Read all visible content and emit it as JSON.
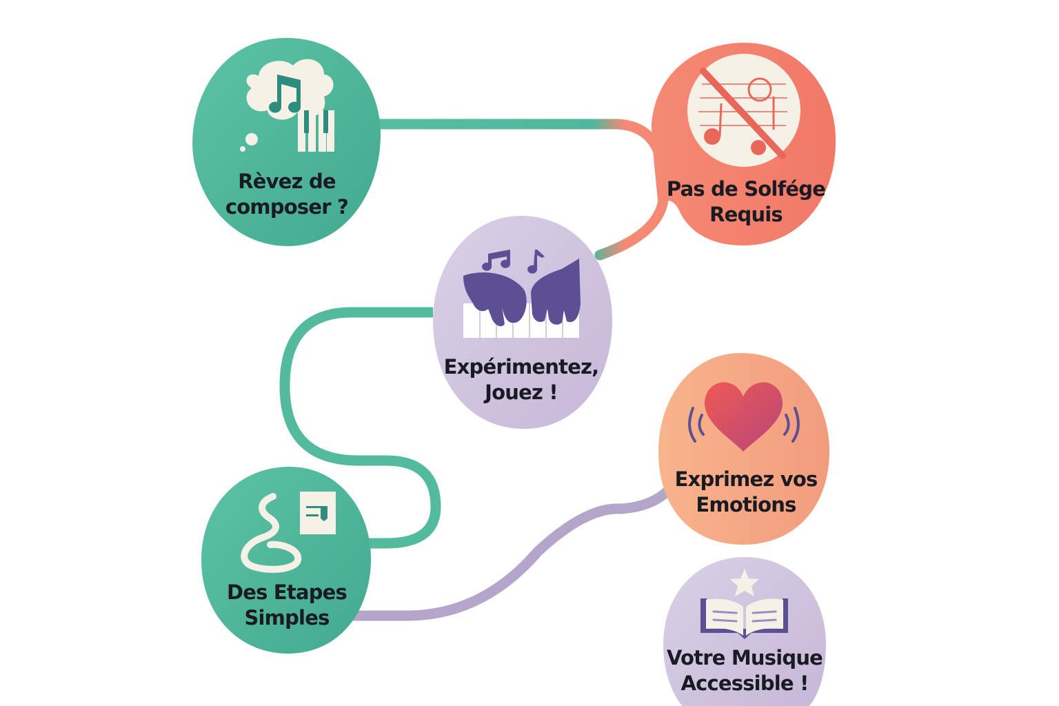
{
  "diagram": {
    "title": "",
    "colors": {
      "teal": "#4DB89C",
      "coral": "#F3806C",
      "lavender": "#CFC3DD",
      "peach": "#F6A884",
      "purple_line": "#B4A6CA",
      "dark_purple": "#5C4F94",
      "cream": "#F6F1E6",
      "text": "#1A1A22"
    },
    "nodes": [
      {
        "id": "dream",
        "label_lines": [
          "Rèvez de",
          "composer ?"
        ],
        "icon": "thought-cloud-music-icon",
        "color": "teal"
      },
      {
        "id": "no-theory",
        "label_lines": [
          "Pas de Solfége",
          "Requis"
        ],
        "icon": "no-sheet-music-icon",
        "color": "coral"
      },
      {
        "id": "experiment",
        "label_lines": [
          "Expérimentez,",
          "Jouez !"
        ],
        "icon": "hands-on-piano-icon",
        "color": "lavender"
      },
      {
        "id": "steps",
        "label_lines": [
          "Des Etapes",
          "Simples"
        ],
        "icon": "winding-path-icon",
        "color": "teal"
      },
      {
        "id": "emotions",
        "label_lines": [
          "Exprimez vos",
          "Emotions"
        ],
        "icon": "heart-vibration-icon",
        "color": "peach"
      },
      {
        "id": "accessible",
        "label_lines": [
          "Votre Musique",
          "Accessible !"
        ],
        "icon": "book-star-icon",
        "color": "lavender"
      }
    ],
    "connections": [
      {
        "from": "dream",
        "to": "no-theory",
        "color": "teal-to-coral"
      },
      {
        "from": "no-theory",
        "to": "experiment",
        "color": "coral"
      },
      {
        "from": "experiment",
        "to": "steps",
        "color": "teal"
      },
      {
        "from": "steps",
        "to": "emotions",
        "color": "purple_line"
      }
    ]
  }
}
